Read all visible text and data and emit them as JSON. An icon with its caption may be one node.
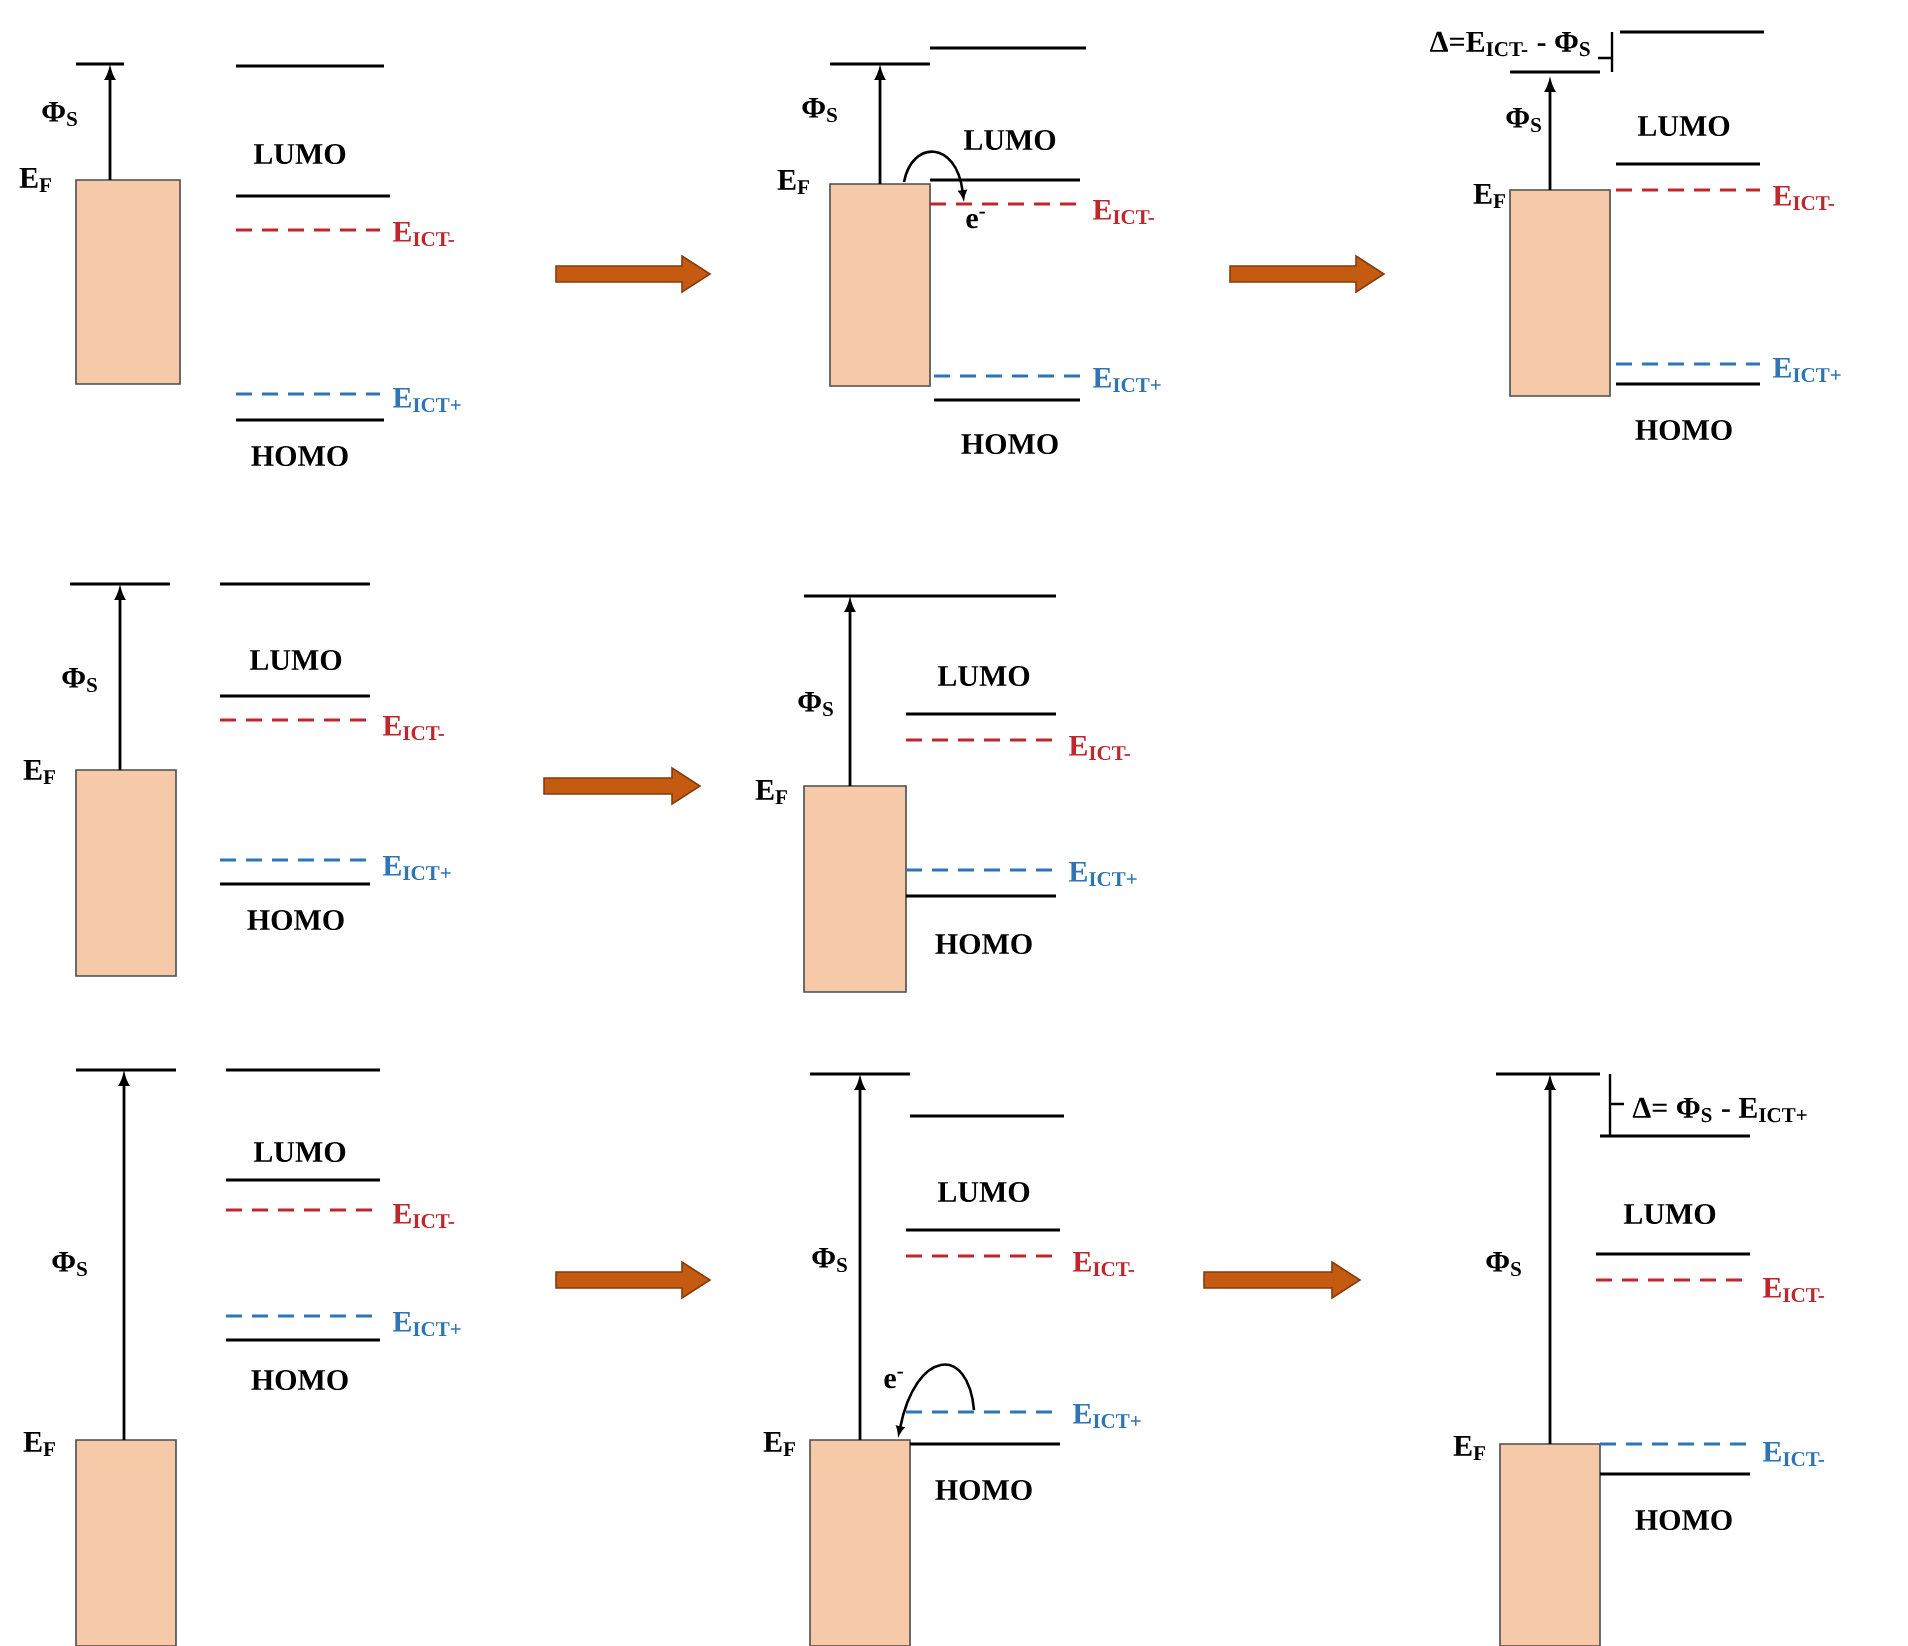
{
  "diagram": {
    "labels": [
      "Φ$_{S}$",
      "E$_{F}$",
      "LUMO",
      "E$_{ICT-}$",
      "E$_{ICT+}$",
      "HOMO",
      "Φ$_{S}$",
      "E$_{F}$",
      "LUMO",
      "e$^{-}$",
      "E$_{ICT-}$",
      "E$_{ICT+}$",
      "HOMO",
      "Δ=E$_{ICT-}$ - Φ$_{S}$",
      "Φ$_{S}$",
      "E$_{F}$",
      "LUMO",
      "E$_{ICT-}$",
      "E$_{ICT+}$",
      "HOMO",
      "Φ$_{S}$",
      "E$_{F}$",
      "LUMO",
      "E$_{ICT-}$",
      "E$_{ICT+}$",
      "HOMO",
      "Φ$_{S}$",
      "E$_{F}$",
      "LUMO",
      "E$_{ICT-}$",
      "E$_{ICT+}$",
      "HOMO",
      "LUMO",
      "E$_{ICT-}$",
      "Φ$_{S}$",
      "E$_{ICT+}$",
      "HOMO",
      "E$_{F}$",
      "LUMO",
      "Φ$_{S}$",
      "E$_{ICT-}$",
      "e$^{-}$",
      "E$_{ICT+}$",
      "E$_{F}$",
      "HOMO",
      "Δ= Φ$_{S}$ - E$_{ICT+}$",
      "LUMO",
      "Φ$_{S}$",
      "E$_{ICT-}$",
      "E$_{ICT-}$",
      "E$_{F}$",
      "HOMO"
    ]
  }
}
